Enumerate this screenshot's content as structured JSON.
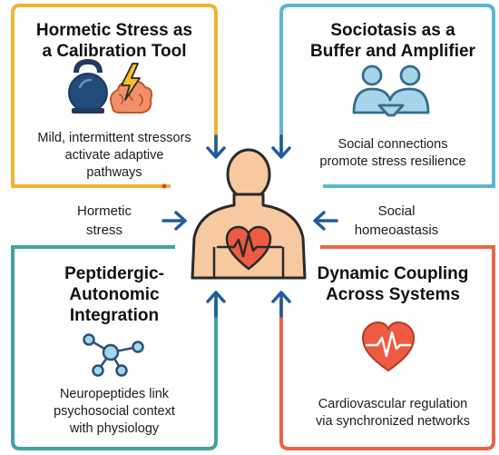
{
  "colors": {
    "orange": "#F2B233",
    "teal": "#5BB7CF",
    "green": "#43A3A0",
    "red": "#EA6546",
    "arrow": "#1F5D99",
    "skin": "#F6C9A0",
    "skin_stroke": "#2A2A2A",
    "heart": "#EC5B42"
  },
  "panels": {
    "hormetic": {
      "title_line1": "Hormetic Stress as",
      "title_line2": "a Calibration Tool",
      "text_line1": "Mild, intermittent stressors",
      "text_line2": "activate adaptive",
      "text_line3": "pathways",
      "icons": [
        "kettlebell-icon",
        "brain-icon",
        "lightning-icon"
      ]
    },
    "sociotasis": {
      "title_line1": "Sociotasis as a",
      "title_line2": "Buffer and Amplifier",
      "text_line1": "Social connections",
      "text_line2": "promote stress resilience",
      "icons": [
        "people-icon"
      ]
    },
    "peptidergic": {
      "title_line1": "Peptidergic-",
      "title_line2": "Autonomic",
      "title_line3": "Integration",
      "text_line1": "Neuropeptides link",
      "text_line2": "psychosocial context",
      "text_line3": "with physiology",
      "icons": [
        "network-icon"
      ]
    },
    "dynamic": {
      "title_line1": "Dynamic Coupling",
      "title_line2": "Across Systems",
      "text_line1": "Cardiovascular regulation",
      "text_line2": "via synchronized networks",
      "icons": [
        "heart-pulse-icon"
      ]
    }
  },
  "center": {
    "left_label_line1": "Hormetic",
    "left_label_line2": "stress",
    "right_label_line1": "Social",
    "right_label_line2": "homeoastasis",
    "icons": [
      "person-icon",
      "heart-pulse-icon"
    ]
  }
}
